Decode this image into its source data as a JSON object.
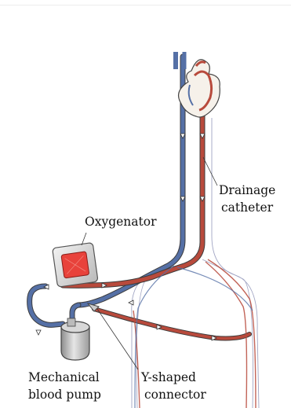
{
  "labels": {
    "drainage_catheter": [
      "Drainage",
      "catheter"
    ],
    "oxygenator": "Oxygenator",
    "pump": [
      "Mechanical",
      "blood pump"
    ],
    "connector": [
      "Y-shaped",
      "connector"
    ]
  },
  "colors": {
    "artery": "#b84a3c",
    "vein": "#5570a6",
    "outline": "#333333",
    "oxygenator_core": "#e8423b",
    "pump_body": "#c9c9c9"
  },
  "icons": [
    "heart-illustration",
    "oxygenator-device",
    "blood-pump-device",
    "y-connector",
    "flow-arrow"
  ]
}
